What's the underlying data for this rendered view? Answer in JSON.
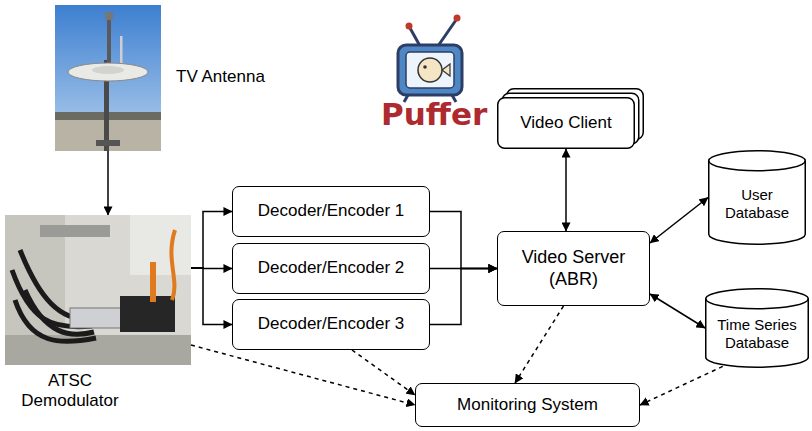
{
  "diagram": {
    "nodes": [
      {
        "text": [
          "TV Antenna"
        ]
      },
      {
        "text": [
          "ATSC Demodulator"
        ]
      },
      {
        "text": [
          "Decoder/Encoder 1"
        ]
      },
      {
        "text": [
          "Decoder/Encoder 2"
        ]
      },
      {
        "text": [
          "Decoder/Encoder 3"
        ]
      },
      {
        "text": [
          "Video Client"
        ]
      },
      {
        "text": [
          "Video Server (ABR)"
        ]
      },
      {
        "text": [
          "User Database"
        ]
      },
      {
        "text": [
          "Time Series Database"
        ]
      },
      {
        "text": [
          "Monitoring System"
        ]
      }
    ],
    "edges": [
      {
        "from": 0,
        "to": 1,
        "arrow": "to"
      },
      {
        "from": 1,
        "to": 2,
        "arrow": "to"
      },
      {
        "from": 1,
        "to": 3,
        "arrow": "to"
      },
      {
        "from": 1,
        "to": 4,
        "arrow": "to"
      },
      {
        "from": 2,
        "to": 6,
        "arrow": "to"
      },
      {
        "from": 3,
        "to": 6,
        "arrow": "to"
      },
      {
        "from": 4,
        "to": 6,
        "arrow": "to"
      },
      {
        "from": 5,
        "to": 6,
        "arrow": "both"
      },
      {
        "from": 6,
        "to": 7,
        "arrow": "both"
      },
      {
        "from": 6,
        "to": 8,
        "arrow": "both"
      },
      {
        "from": 1,
        "to": 9,
        "arrow": "to"
      },
      {
        "from": 4,
        "to": 9,
        "arrow": "to"
      },
      {
        "from": 6,
        "to": 9,
        "arrow": "to"
      },
      {
        "from": 8,
        "to": 9,
        "arrow": "to"
      }
    ],
    "labels": [
      "Puffer"
    ]
  }
}
